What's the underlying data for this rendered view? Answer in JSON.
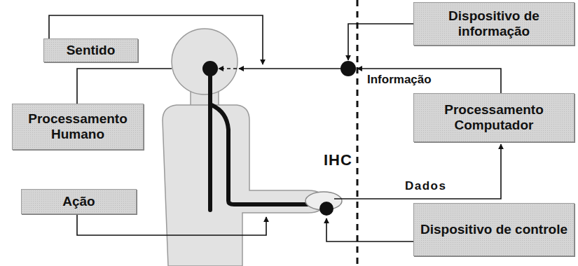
{
  "diagram": {
    "nodes": [
      {
        "text": [
          "Sentido"
        ]
      },
      {
        "text": [
          "Processamento Humano"
        ]
      },
      {
        "text": [
          "Ação"
        ]
      },
      {
        "text": [
          "Dispositivo de informação"
        ]
      },
      {
        "text": [
          "Processamento Computador"
        ]
      },
      {
        "text": [
          "Dispositivo de controle"
        ]
      }
    ],
    "labels": [
      "Informação",
      "IHC",
      "Dados"
    ]
  }
}
